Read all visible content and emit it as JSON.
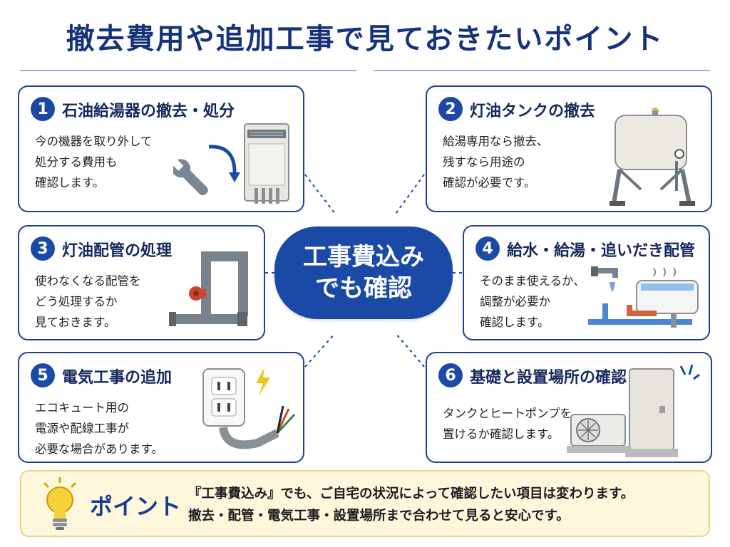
{
  "title": "撤去費用や追加工事で見ておきたいポイント",
  "center": {
    "line1": "工事費込み",
    "line2": "でも確認"
  },
  "cards": [
    {
      "num": "1",
      "title": "石油給湯器の撤去・処分",
      "desc": "今の機器を取り外して\n処分する費用も\n確認します。"
    },
    {
      "num": "2",
      "title": "灯油タンクの撤去",
      "desc": "給湯専用なら撤去、\n残すなら用途の\n確認が必要です。"
    },
    {
      "num": "3",
      "title": "灯油配管の処理",
      "desc": "使わなくなる配管を\nどう処理するか\n見ておきます。"
    },
    {
      "num": "4",
      "title": "給水・給湯・追いだき配管",
      "desc": "そのまま使えるか、\n調整が必要か\n確認します。"
    },
    {
      "num": "5",
      "title": "電気工事の追加",
      "desc": "エコキュート用の\n電源や配線工事が\n必要な場合があります。"
    },
    {
      "num": "6",
      "title": "基礎と設置場所の確認",
      "desc": "タンクとヒートポンプを\n置けるか確認します。"
    }
  ],
  "point": {
    "label": "ポイント",
    "text": "『工事費込み』でも、ご自宅の状況によって確認したい項目は変わります。\n撤去・配管・電気工事・設置場所まで合わせて見ると安心です。"
  },
  "icons": {
    "card1": "wrench-and-water-heater-icon",
    "card2": "kerosene-tank-icon",
    "card3": "pipe-valve-icon",
    "card4": "faucet-bathtub-icon",
    "card5": "outlet-cable-icon",
    "card6": "heat-pump-tank-icon",
    "point": "lightbulb-icon"
  },
  "colors": {
    "primary": "#1b4aa6",
    "title": "#16327a",
    "card_border": "#1f3f95",
    "point_bg": "#fdf7dc",
    "point_border": "#e6d58e"
  }
}
